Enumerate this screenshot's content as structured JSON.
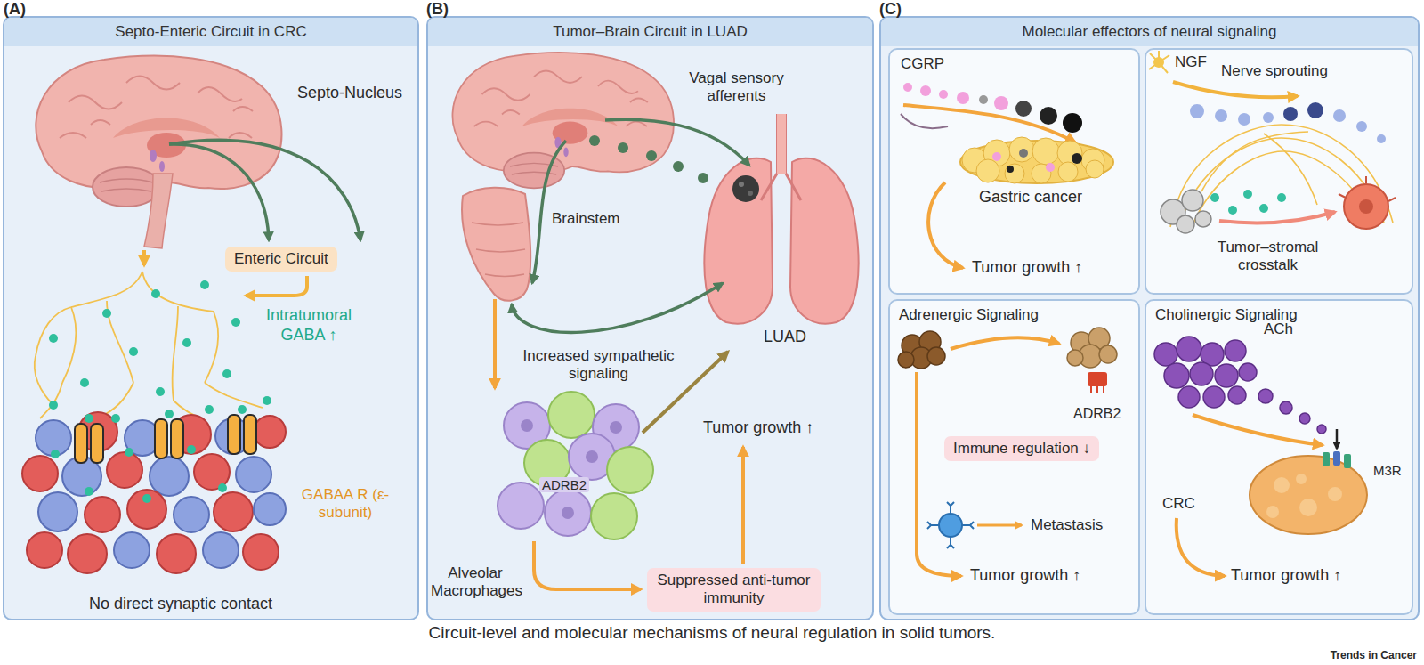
{
  "diagram": {
    "caption": "Circuit-level and molecular mechanisms of neural regulation in solid tumors.",
    "nodes": [
      {
        "text": [
          "Septo-Enteric Circuit in CRC"
        ]
      },
      {
        "text": [
          "Enteric Circuit"
        ],
        "in": 0
      },
      {
        "text": [
          "Tumor–Brain Circuit in LUAD"
        ]
      },
      {
        "text": [
          "Suppressed anti-tumor immunity"
        ],
        "in": 2
      },
      {
        "text": [
          "Molecular effectors of neural signaling"
        ]
      },
      {
        "text": [
          "CGRP"
        ],
        "in": 4
      },
      {
        "text": [
          "NGF"
        ],
        "in": 4
      },
      {
        "text": [
          "Adrenergic Signaling"
        ],
        "in": 4
      },
      {
        "text": [
          "Immune regulation ↓"
        ],
        "in": 7
      },
      {
        "text": [
          "Cholinergic Signaling"
        ],
        "in": 4
      }
    ],
    "labels": [
      "(A)",
      "Septo-Nucleus",
      "Intratumoral GABA ↑",
      "GABAA R (ε-subunit)",
      "No direct synaptic contact",
      "(B)",
      "Vagal sensory afferents",
      "Brainstem",
      "LUAD",
      "Increased sympathetic signaling",
      "Tumor growth ↑",
      "ADRB2",
      "Alveolar Macrophages",
      "(C)",
      "Gastric cancer",
      "Tumor growth ↑",
      "Nerve sprouting",
      "Tumor–stromal crosstalk",
      "ADRB2",
      "Metastasis",
      "Tumor growth ↑",
      "ACh",
      "M3R",
      "CRC",
      "Tumor growth ↑",
      "Trends in Cancer"
    ]
  }
}
